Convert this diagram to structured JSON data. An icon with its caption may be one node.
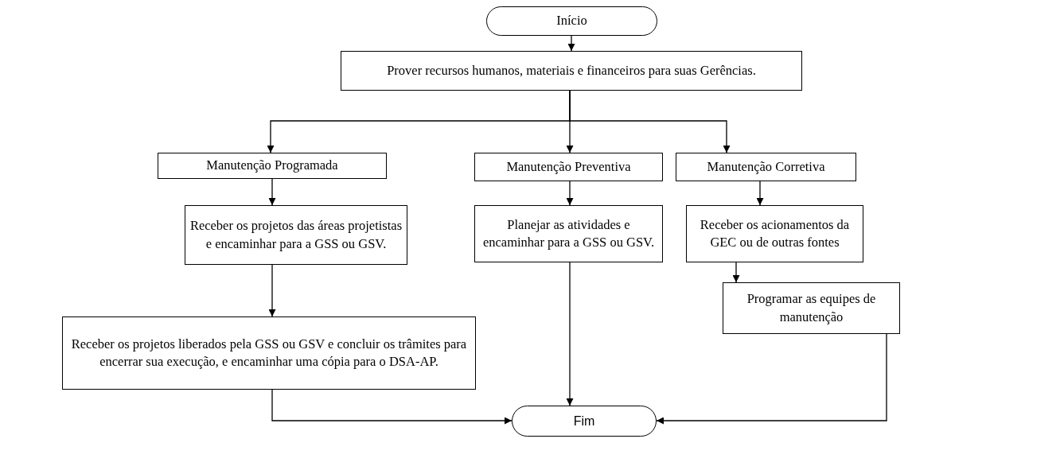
{
  "diagram": {
    "nodes": [
      {
        "text": [
          "Início"
        ]
      },
      {
        "text": [
          "Prover recursos humanos, materiais e financeiros para suas Gerências."
        ]
      },
      {
        "text": [
          "Manutenção Programada"
        ]
      },
      {
        "text": [
          "Manutenção Preventiva"
        ]
      },
      {
        "text": [
          "Manutenção Corretiva"
        ]
      },
      {
        "text": [
          "Receber os projetos das áreas projetistas e encaminhar para a GSS ou GSV."
        ]
      },
      {
        "text": [
          "Receber os projetos liberados pela GSS ou GSV e concluir os trâmites para encerrar sua execução, e encaminhar uma cópia para o DSA-AP."
        ]
      },
      {
        "text": [
          "Planejar as atividades e encaminhar para a GSS ou GSV."
        ]
      },
      {
        "text": [
          "Receber os acionamentos da GEC ou de outras fontes"
        ]
      },
      {
        "text": [
          "Programar as equipes de manutenção"
        ]
      },
      {
        "text": [
          "Fim"
        ]
      }
    ],
    "edges": [
      {
        "from": 0,
        "to": 1,
        "arrow": "to"
      },
      {
        "from": 1,
        "to": 2,
        "arrow": "to"
      },
      {
        "from": 1,
        "to": 3,
        "arrow": "to"
      },
      {
        "from": 1,
        "to": 4,
        "arrow": "to"
      },
      {
        "from": 2,
        "to": 5,
        "arrow": "to"
      },
      {
        "from": 5,
        "to": 6,
        "arrow": "to"
      },
      {
        "from": 6,
        "to": 10,
        "arrow": "to"
      },
      {
        "from": 3,
        "to": 7,
        "arrow": "to"
      },
      {
        "from": 7,
        "to": 10,
        "arrow": "to"
      },
      {
        "from": 4,
        "to": 8,
        "arrow": "to"
      },
      {
        "from": 8,
        "to": 9,
        "arrow": "to"
      },
      {
        "from": 9,
        "to": 10,
        "arrow": "to"
      }
    ]
  }
}
